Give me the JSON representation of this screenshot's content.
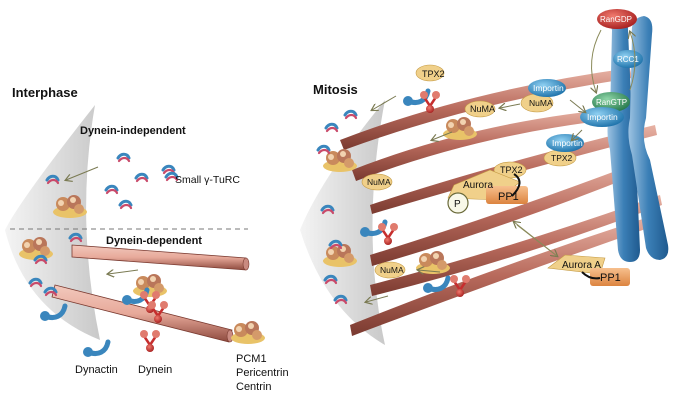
{
  "interphase": {
    "title": "Interphase",
    "dynein_independent": "Dynein-independent",
    "dynein_dependent": "Dynein-dependent",
    "small_turc": "Small γ-TuRC"
  },
  "legend": {
    "dynactin": "Dynactin",
    "dynein": "Dynein",
    "pcm_lines": [
      "PCM1",
      "Pericentrin",
      "Centrin"
    ]
  },
  "mitosis": {
    "title": "Mitosis",
    "tpx2": "TPX2",
    "numa": "NuMA",
    "importin": "Importin",
    "ran_gdp": "RanGDP",
    "ran_gtp": "RanGTP",
    "rcc1": "RCC1",
    "aurora": "Aurora",
    "aurora_a": "Aurora A",
    "pp1": "PP1",
    "phospho": "P"
  },
  "colors": {
    "microtubule": "#b86a5c",
    "centrosome_fill": "#d9d9d9",
    "pcm_yellow": "#e9c368",
    "chromosome": "#3b7fb6",
    "importin_blue": "#2f8fc6",
    "rangdp_red": "#c0322d",
    "rangtp_green": "#3f9a62",
    "dynein_red": "#c62e2e",
    "dynactin_blue": "#3a86bd",
    "pp1_orange": "#e59a58"
  }
}
